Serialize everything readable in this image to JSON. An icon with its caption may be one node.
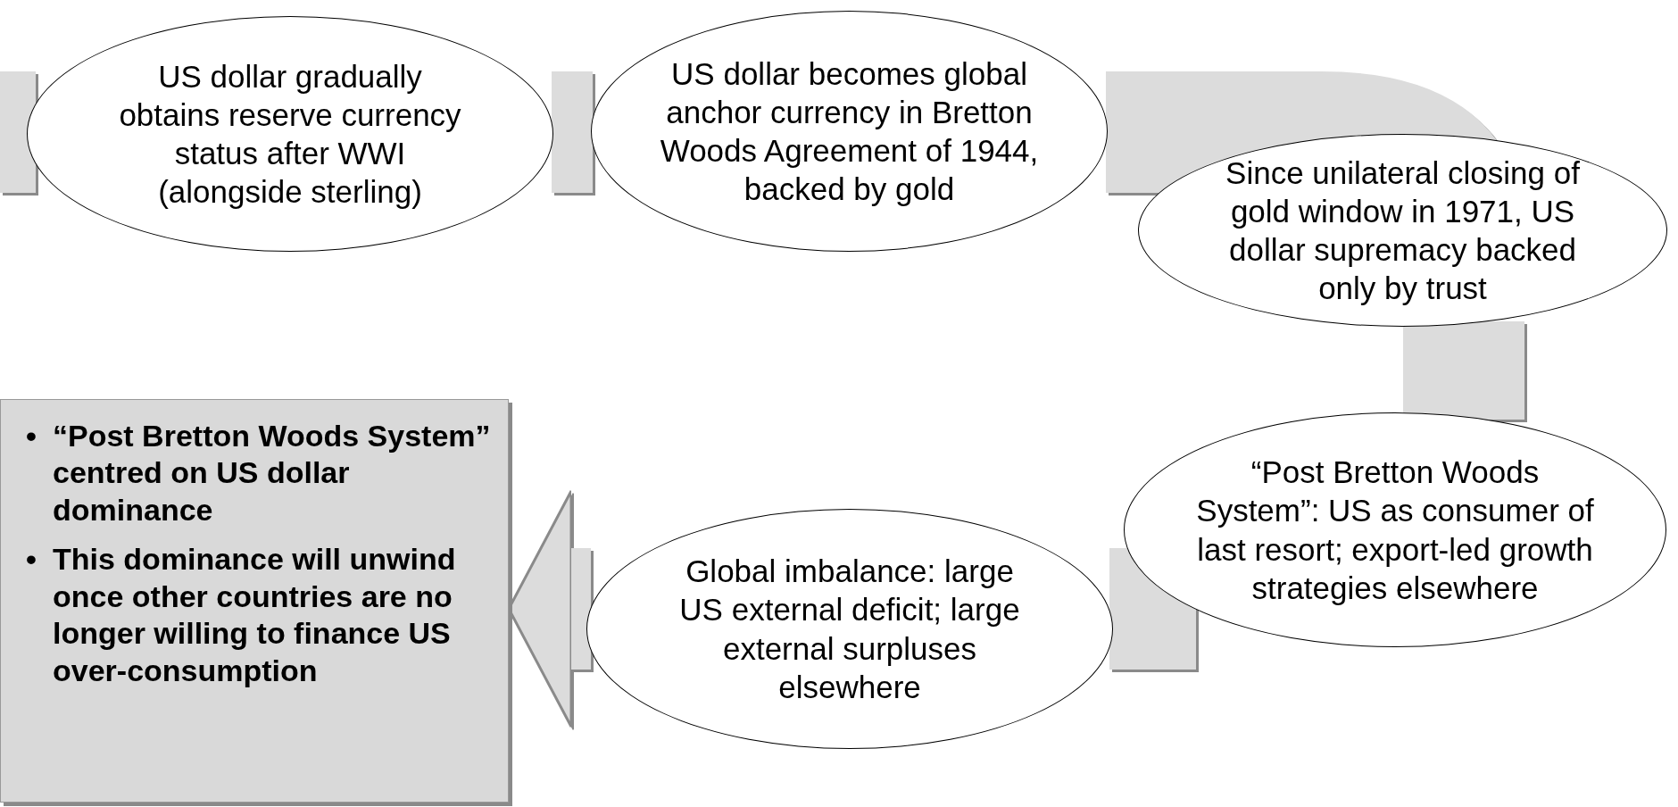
{
  "diagram": {
    "nodes": [
      {
        "text": [
          "US dollar gradually obtains reserve currency status after WWI (alongside sterling)"
        ]
      },
      {
        "text": [
          "US dollar becomes global anchor currency in Bretton Woods Agreement of 1944, backed by gold"
        ]
      },
      {
        "text": [
          "Since unilateral closing of gold window in 1971, US dollar supremacy backed only by trust"
        ]
      },
      {
        "text": [
          "“Post Bretton Woods System”: US as consumer of last resort; export-led growth strategies elsewhere"
        ]
      },
      {
        "text": [
          "Global imbalance: large US external deficit; large external surpluses elsewhere"
        ]
      },
      {
        "text": [
          "“Post Bretton Woods System” centred on US dollar dominance",
          "This dominance will unwind once other countries are no longer willing to finance US over-consumption"
        ]
      }
    ],
    "edges": [
      {
        "from": null,
        "to": 0,
        "arrow": "none"
      },
      {
        "from": 0,
        "to": 1,
        "arrow": "none"
      },
      {
        "from": 1,
        "to": 2,
        "arrow": "none"
      },
      {
        "from": 2,
        "to": 3,
        "arrow": "none"
      },
      {
        "from": 3,
        "to": 4,
        "arrow": "none"
      },
      {
        "from": 4,
        "to": 5,
        "arrow": "to"
      }
    ],
    "labels": [
      "•",
      "•"
    ]
  }
}
